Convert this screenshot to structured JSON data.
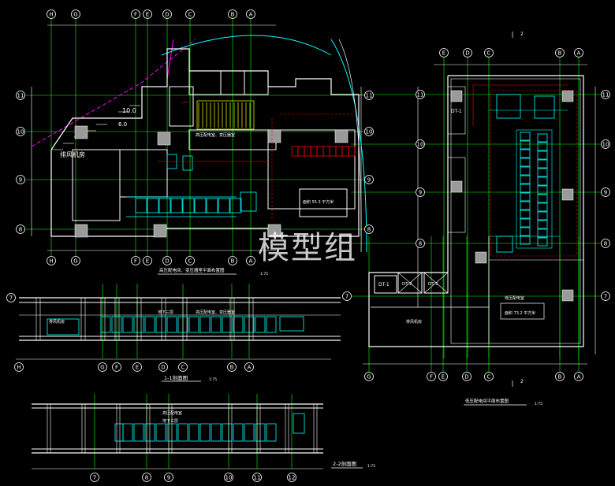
{
  "colors": {
    "background": "#000000",
    "wall": "#ffffff",
    "grid": "#00ff00",
    "equip": "#00ffff",
    "text": "#ffffff",
    "magenta": "#ff00ff",
    "red": "#ff0000",
    "yellow": "#ffff00",
    "gray": "#9a9a9a"
  },
  "watermark": "模型组",
  "plan1": {
    "top_axes": [
      "H",
      "G",
      "F",
      "E",
      "D",
      "C",
      "B",
      "A"
    ],
    "bottom_axes": [
      "H",
      "G",
      "F",
      "E",
      "D",
      "C",
      "B",
      "A"
    ],
    "left_axes": [
      "11",
      "10",
      "9",
      "8"
    ],
    "right_axes": [
      "11",
      "10",
      "9",
      "8"
    ],
    "rooms": {
      "exhaust_room": "排风机房",
      "level_a": "10.0",
      "level_b": "6.0",
      "hv_room": "高压配电室、变压器室",
      "area_note": "面积 55.3 平方米"
    },
    "title": "高压配电间、变压器室平面布置图",
    "scale": "1:75"
  },
  "section1": {
    "left_axes": [
      "7"
    ],
    "bottom_axes": [
      "H",
      "G",
      "F",
      "E",
      "D",
      "C",
      "B",
      "A"
    ],
    "labels": {
      "room": "排风机房",
      "floor": "地下三层",
      "hv": "高压配电室、变压器室"
    },
    "title": "1-1剖面图",
    "scale": "1:75"
  },
  "section2": {
    "bottom_axes": [
      "7",
      "8",
      "9",
      "10",
      "11",
      "12"
    ],
    "labels": {
      "hv": "高压配电室",
      "floor": "地下三层"
    },
    "title": "2-2剖面图",
    "scale": "1:75"
  },
  "plan2": {
    "top_axes": [
      "E",
      "D",
      "C",
      "B",
      "A"
    ],
    "bottom_axes": [
      "G",
      "F",
      "E",
      "D",
      "C",
      "B",
      "A"
    ],
    "left_axes": [
      "11",
      "10",
      "9",
      "8",
      "7"
    ],
    "right_axes": [
      "11",
      "10",
      "9",
      "8",
      "7"
    ],
    "section_mark": "2",
    "rooms": {
      "dt1": "DT-1",
      "dt2": "DT-2",
      "dt3": "DT-3",
      "exhaust_room": "排风机房",
      "lv_room": "低压配电室",
      "area_note": "面积 73.2 平方米"
    },
    "title": "低压配电间平面布置图",
    "scale": "1:75"
  }
}
